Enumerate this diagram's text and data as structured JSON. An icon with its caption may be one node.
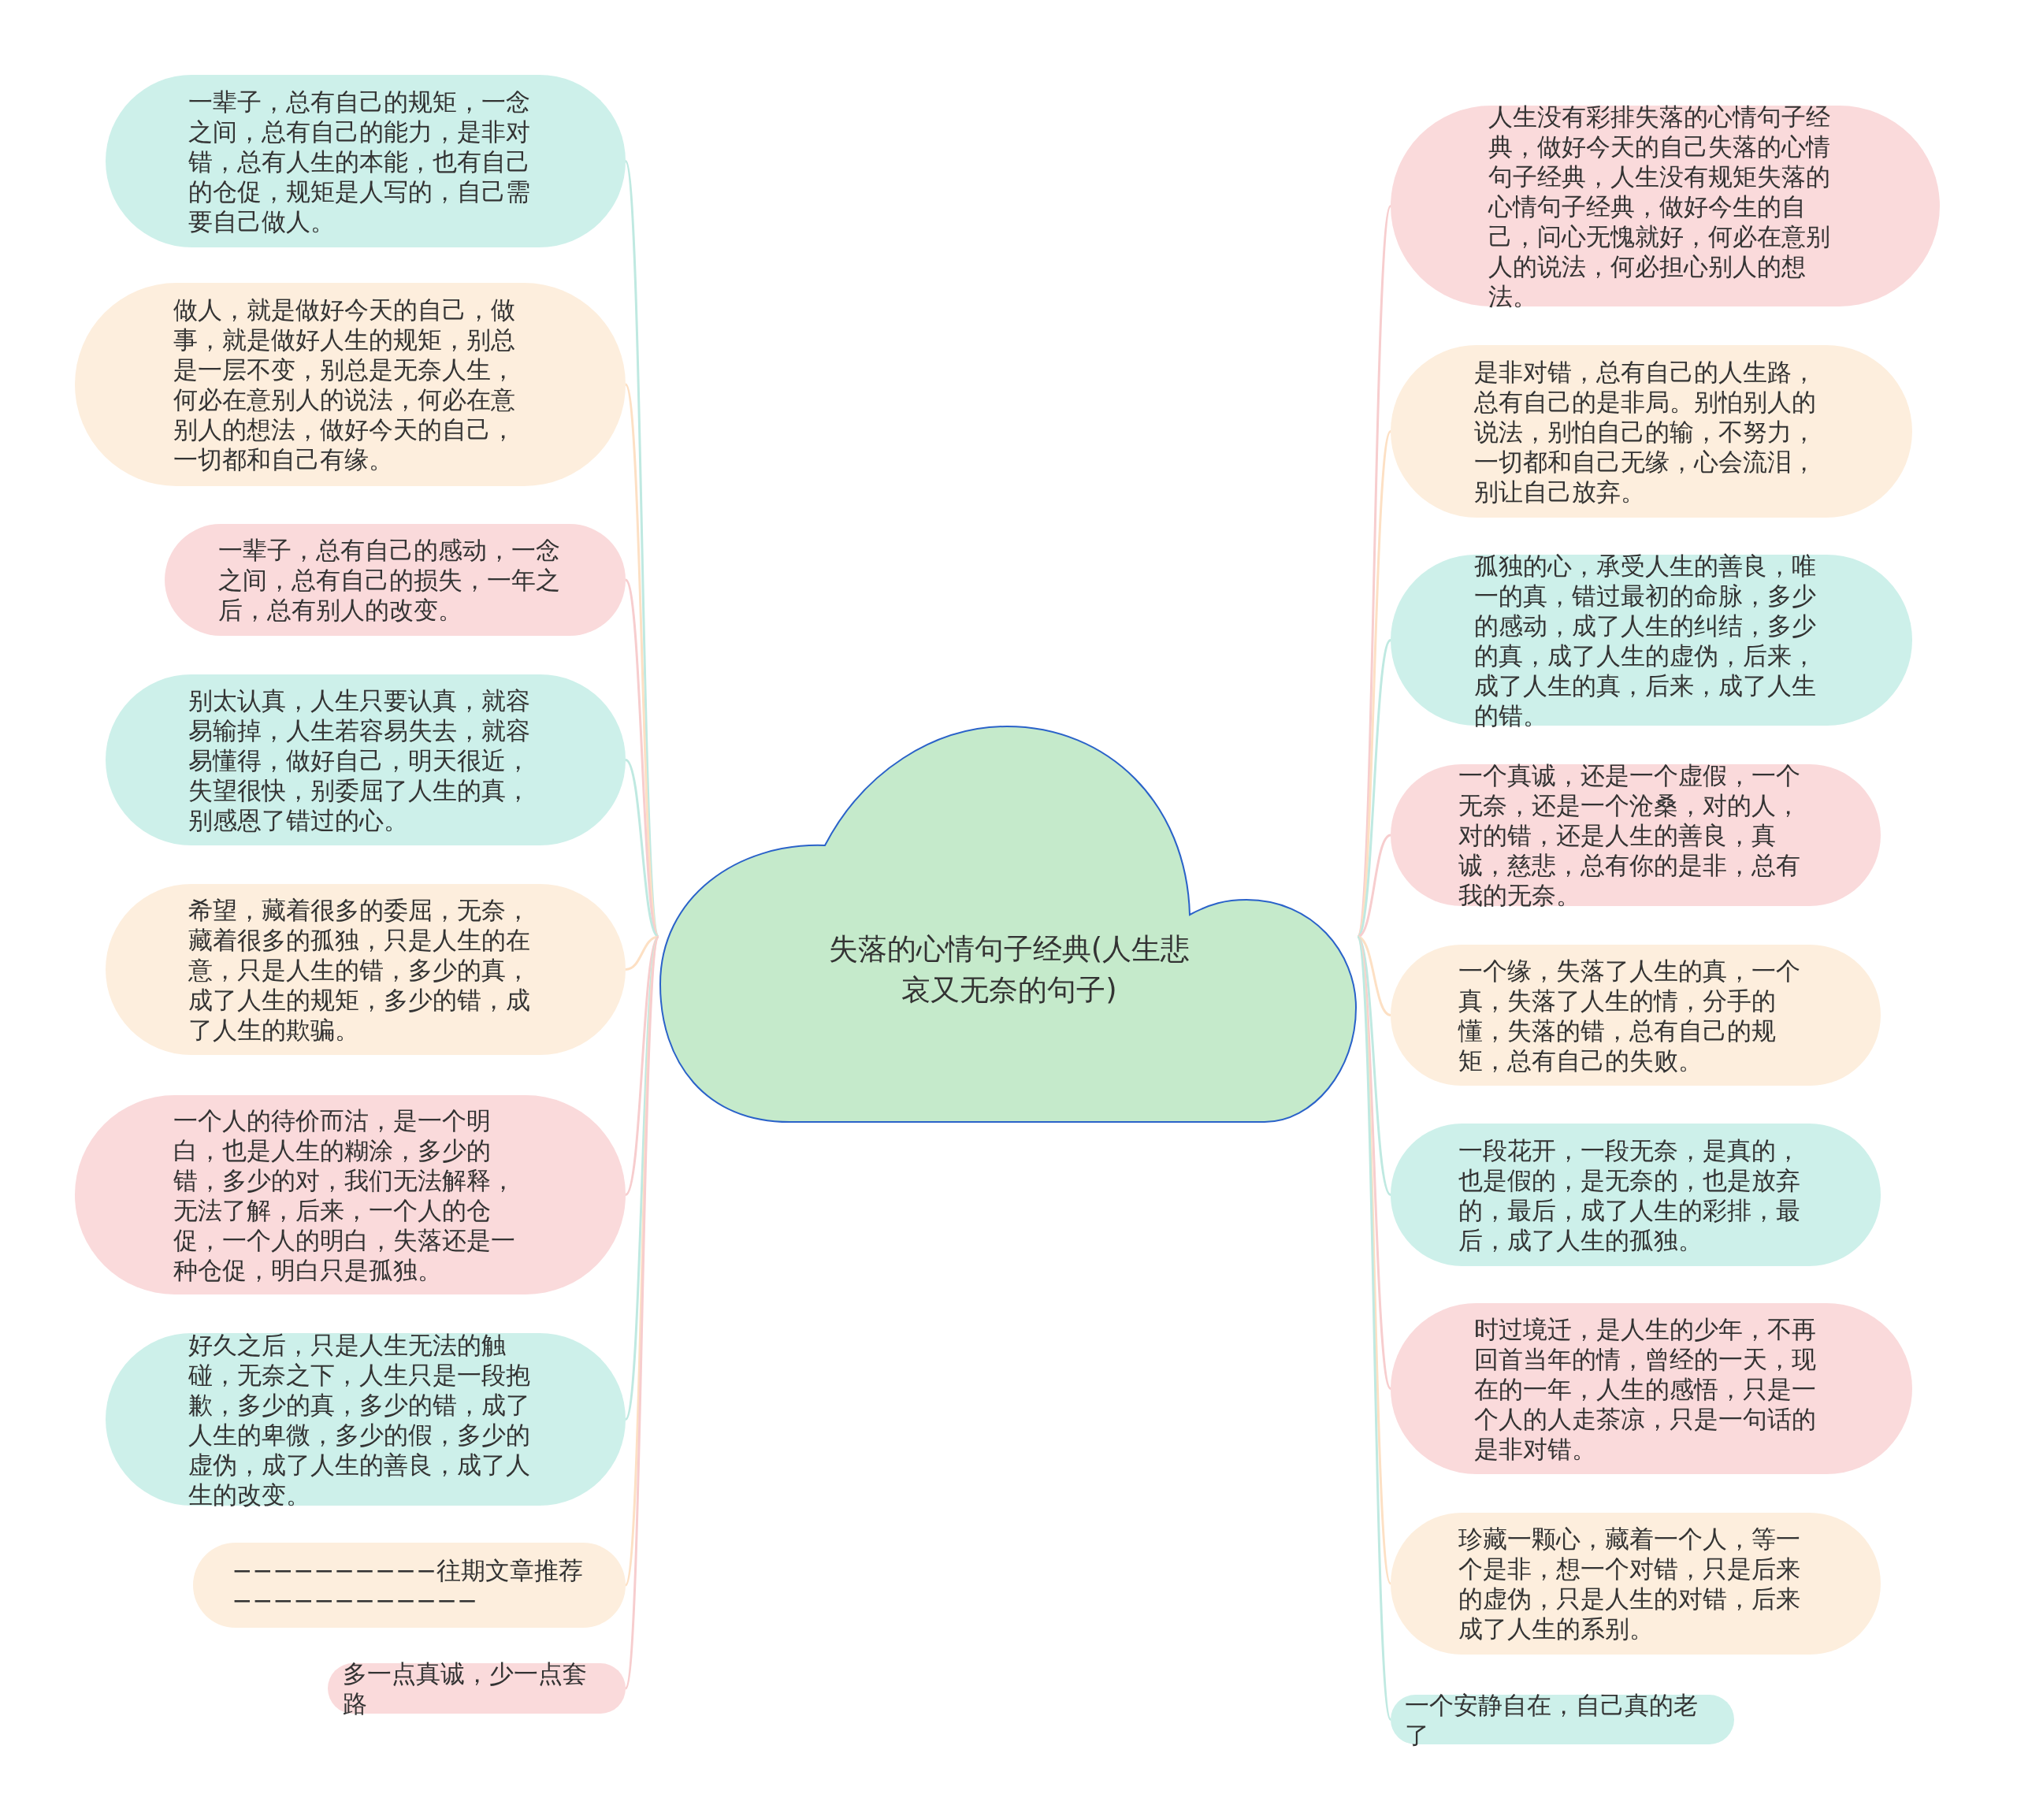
{
  "diagram": {
    "nodes": [
      {
        "text": [
          "失落的心情句子经典(人生悲哀又无奈的句子)"
        ]
      },
      {
        "text": [
          "一辈子，总有自己的规矩，一念之间，总有自己的能力，是非对错，总有人生的本能，也有自己的仓促，规矩是人写的，自己需要自己做人。"
        ]
      },
      {
        "text": [
          "做人，就是做好今天的自己，做事，就是做好人生的规矩，别总是一层不变，别总是无奈人生，何必在意别人的说法，何必在意别人的想法，做好今天的自己，一切都和自己有缘。"
        ]
      },
      {
        "text": [
          "一辈子，总有自己的感动，一念之间，总有自己的损失，一年之后，总有别人的改变。"
        ]
      },
      {
        "text": [
          "别太认真，人生只要认真，就容易输掉，人生若容易失去，就容易懂得，做好自己，明天很近，失望很快，别委屈了人生的真，别感恩了错过的心。"
        ]
      },
      {
        "text": [
          "希望，藏着很多的委屈，无奈，藏着很多的孤独，只是人生的在意，只是人生的错，多少的真，成了人生的规矩，多少的错，成了人生的欺骗。"
        ]
      },
      {
        "text": [
          "一个人的待价而沽，是一个明白，也是人生的糊涂，多少的错，多少的对，我们无法解释，无法了解，后来，一个人的仓促，一个人的明白，失落还是一种仓促，明白只是孤独。"
        ]
      },
      {
        "text": [
          "好久之后，只是人生无法的触碰，无奈之下，人生只是一段抱歉，多少的真，多少的错，成了人生的卑微，多少的假，多少的虚伪，成了人生的善良，成了人生的改变。"
        ]
      },
      {
        "text": [
          "−−−−−−−−−−往期文章推荐−−−−−−−−−−−−"
        ]
      },
      {
        "text": [
          "多一点真诚，少一点套路"
        ]
      },
      {
        "text": [
          "人生没有彩排失落的心情句子经典，做好今天的自己失落的心情句子经典，人生没有规矩失落的心情句子经典，做好今生的自己，问心无愧就好，何必在意别人的说法，何必担心别人的想法。"
        ]
      },
      {
        "text": [
          "是非对错，总有自己的人生路，总有自己的是非局。别怕别人的说法，别怕自己的输，不努力，一切都和自己无缘，心会流泪，别让自己放弃。"
        ]
      },
      {
        "text": [
          "孤独的心，承受人生的善良，唯一的真，错过最初的命脉，多少的感动，成了人生的纠结，多少的真，成了人生的虚伪，后来，成了人生的真，后来，成了人生的错。"
        ]
      },
      {
        "text": [
          "一个真诚，还是一个虚假，一个无奈，还是一个沧桑，对的人，对的错，还是人生的善良，真诚，慈悲，总有你的是非，总有我的无奈。"
        ]
      },
      {
        "text": [
          "一个缘，失落了人生的真，一个真，失落了人生的情，分手的懂，失落的错，总有自己的规矩，总有自己的失败。"
        ]
      },
      {
        "text": [
          "一段花开，一段无奈，是真的，也是假的，是无奈的，也是放弃的，最后，成了人生的彩排，最后，成了人生的孤独。"
        ]
      },
      {
        "text": [
          "时过境迁，是人生的少年，不再回首当年的情，曾经的一天，现在的一年，人生的感悟，只是一个人的人走茶凉，只是一句话的是非对错。"
        ]
      },
      {
        "text": [
          "珍藏一颗心，藏着一个人，等一个是非，想一个对错，只是后来的虚伪，只是人生的对错，后来成了人生的系别。"
        ]
      },
      {
        "text": [
          "一个安静自在，自己真的老了"
        ]
      }
    ],
    "edges": [
      {
        "from": 0,
        "to": 1,
        "arrow": "none",
        "color": "#bfe9e1"
      },
      {
        "from": 0,
        "to": 2,
        "arrow": "none",
        "color": "#fde0c4"
      },
      {
        "from": 0,
        "to": 3,
        "arrow": "none",
        "color": "#f7cdce"
      },
      {
        "from": 0,
        "to": 4,
        "arrow": "none",
        "color": "#bfe9e1"
      },
      {
        "from": 0,
        "to": 5,
        "arrow": "none",
        "color": "#fde0c4"
      },
      {
        "from": 0,
        "to": 6,
        "arrow": "none",
        "color": "#f7cdce"
      },
      {
        "from": 0,
        "to": 7,
        "arrow": "none",
        "color": "#bfe9e1"
      },
      {
        "from": 0,
        "to": 8,
        "arrow": "none",
        "color": "#fde0c4"
      },
      {
        "from": 0,
        "to": 9,
        "arrow": "none",
        "color": "#f7cdce"
      },
      {
        "from": 0,
        "to": 10,
        "arrow": "none",
        "color": "#f7cdce"
      },
      {
        "from": 0,
        "to": 11,
        "arrow": "none",
        "color": "#fde0c4"
      },
      {
        "from": 0,
        "to": 12,
        "arrow": "none",
        "color": "#bfe9e1"
      },
      {
        "from": 0,
        "to": 13,
        "arrow": "none",
        "color": "#f7cdce"
      },
      {
        "from": 0,
        "to": 14,
        "arrow": "none",
        "color": "#fde0c4"
      },
      {
        "from": 0,
        "to": 15,
        "arrow": "none",
        "color": "#bfe9e1"
      },
      {
        "from": 0,
        "to": 16,
        "arrow": "none",
        "color": "#f7cdce"
      },
      {
        "from": 0,
        "to": 17,
        "arrow": "none",
        "color": "#fde0c4"
      },
      {
        "from": 0,
        "to": 18,
        "arrow": "none",
        "color": "#bfe9e1"
      }
    ]
  }
}
